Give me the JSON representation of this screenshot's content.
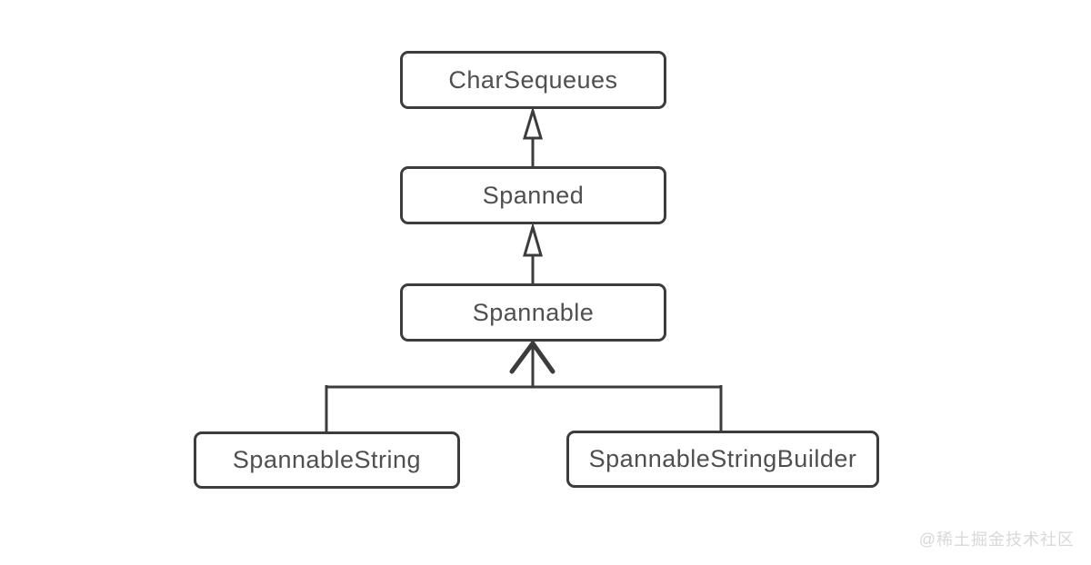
{
  "diagram": {
    "type": "class-hierarchy",
    "nodes": [
      {
        "id": "charsequeues",
        "label": "CharSequeues"
      },
      {
        "id": "spanned",
        "label": "Spanned"
      },
      {
        "id": "spannable",
        "label": "Spannable"
      },
      {
        "id": "spannablestring",
        "label": "SpannableString"
      },
      {
        "id": "spannablestringbuilder",
        "label": "SpannableStringBuilder"
      }
    ],
    "edges": [
      {
        "from": "Spanned",
        "to": "CharSequeues",
        "arrow": "hollow-triangle-up"
      },
      {
        "from": "Spannable",
        "to": "Spanned",
        "arrow": "hollow-triangle-up"
      },
      {
        "from": "SpannableString",
        "to": "Spannable",
        "arrow": "open-chevron-up"
      },
      {
        "from": "SpannableStringBuilder",
        "to": "Spannable",
        "arrow": "open-chevron-up"
      }
    ],
    "colors": {
      "stroke": "#3c3c3c",
      "text": "#4f4f4f",
      "background": "#ffffff",
      "watermark": "#d8d8d8"
    }
  },
  "watermark": {
    "text": "@稀土掘金技术社区"
  }
}
